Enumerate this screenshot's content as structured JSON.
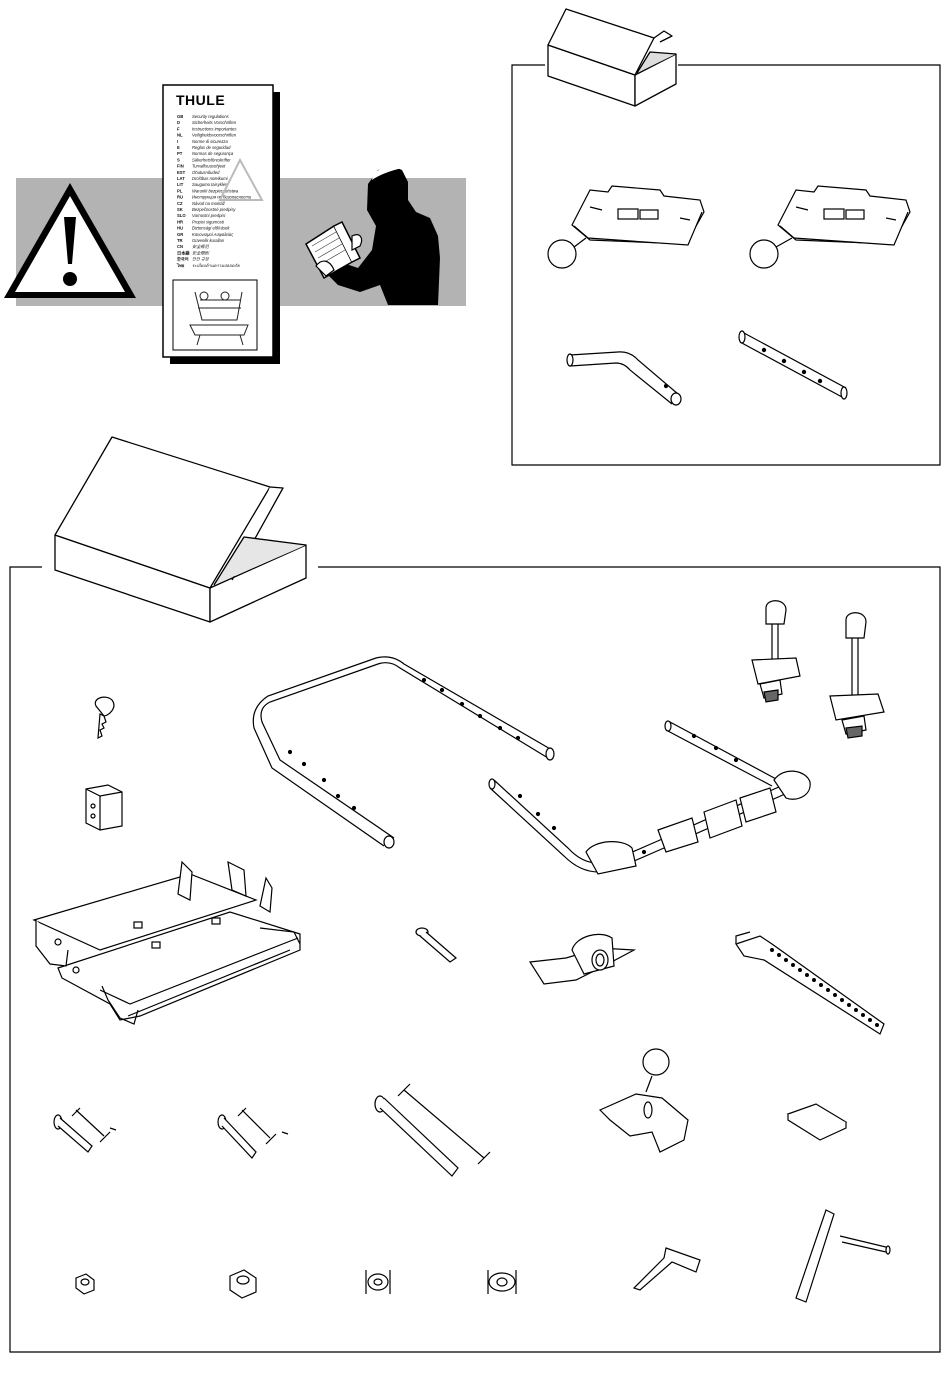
{
  "manual": {
    "brand": "THULE",
    "languages": [
      {
        "code": "GB",
        "text": "Security regulations"
      },
      {
        "code": "D",
        "text": "Sicherheits Vorschriften"
      },
      {
        "code": "F",
        "text": "Instructions importantes"
      },
      {
        "code": "NL",
        "text": "Veiligheidsvoorschriften"
      },
      {
        "code": "I",
        "text": "Norme di sicurezza"
      },
      {
        "code": "E",
        "text": "Reglas de seguridad"
      },
      {
        "code": "PT",
        "text": "Normas de segurança"
      },
      {
        "code": "S",
        "text": "Säkerhetsföreskrifter"
      },
      {
        "code": "FIN",
        "text": "Turvallisuusohjeet"
      },
      {
        "code": "EST",
        "text": "Ohutusnõuded"
      },
      {
        "code": "LAT",
        "text": "Drošības noteikumi"
      },
      {
        "code": "LIT",
        "text": "Saugumo taisyklės"
      },
      {
        "code": "PL",
        "text": "Warunki bezpieczeństwa"
      },
      {
        "code": "RU",
        "text": "Инструкция по безопасности"
      },
      {
        "code": "CZ",
        "text": "Návod na montáž"
      },
      {
        "code": "SK",
        "text": "Bezpečnostné predpisy"
      },
      {
        "code": "SLO",
        "text": "Varnostni predpisi"
      },
      {
        "code": "HR",
        "text": "Propisi sigurnosti"
      },
      {
        "code": "HU",
        "text": "Biztonsági előírások"
      },
      {
        "code": "GR",
        "text": "Κανονισμοί Ασφαλείας"
      },
      {
        "code": "TR",
        "text": "Güvenlik kuralları"
      },
      {
        "code": "CN",
        "text": "安全规范"
      },
      {
        "code": "日本語",
        "text": "安全規則"
      },
      {
        "code": "한국어",
        "text": "안전 규정"
      },
      {
        "code": "ไทย",
        "text": "ระเบียบด้านความปลอดภัย"
      }
    ]
  },
  "colors": {
    "band": "#b3b3b3",
    "line": "#1a1a1a",
    "paper": "#ffffff",
    "shadow": "#000000"
  },
  "icons": {
    "warning": "warning-triangle-icon",
    "reader": "person-reading-icon",
    "small_box": "small-box-icon",
    "large_box": "large-box-icon"
  }
}
